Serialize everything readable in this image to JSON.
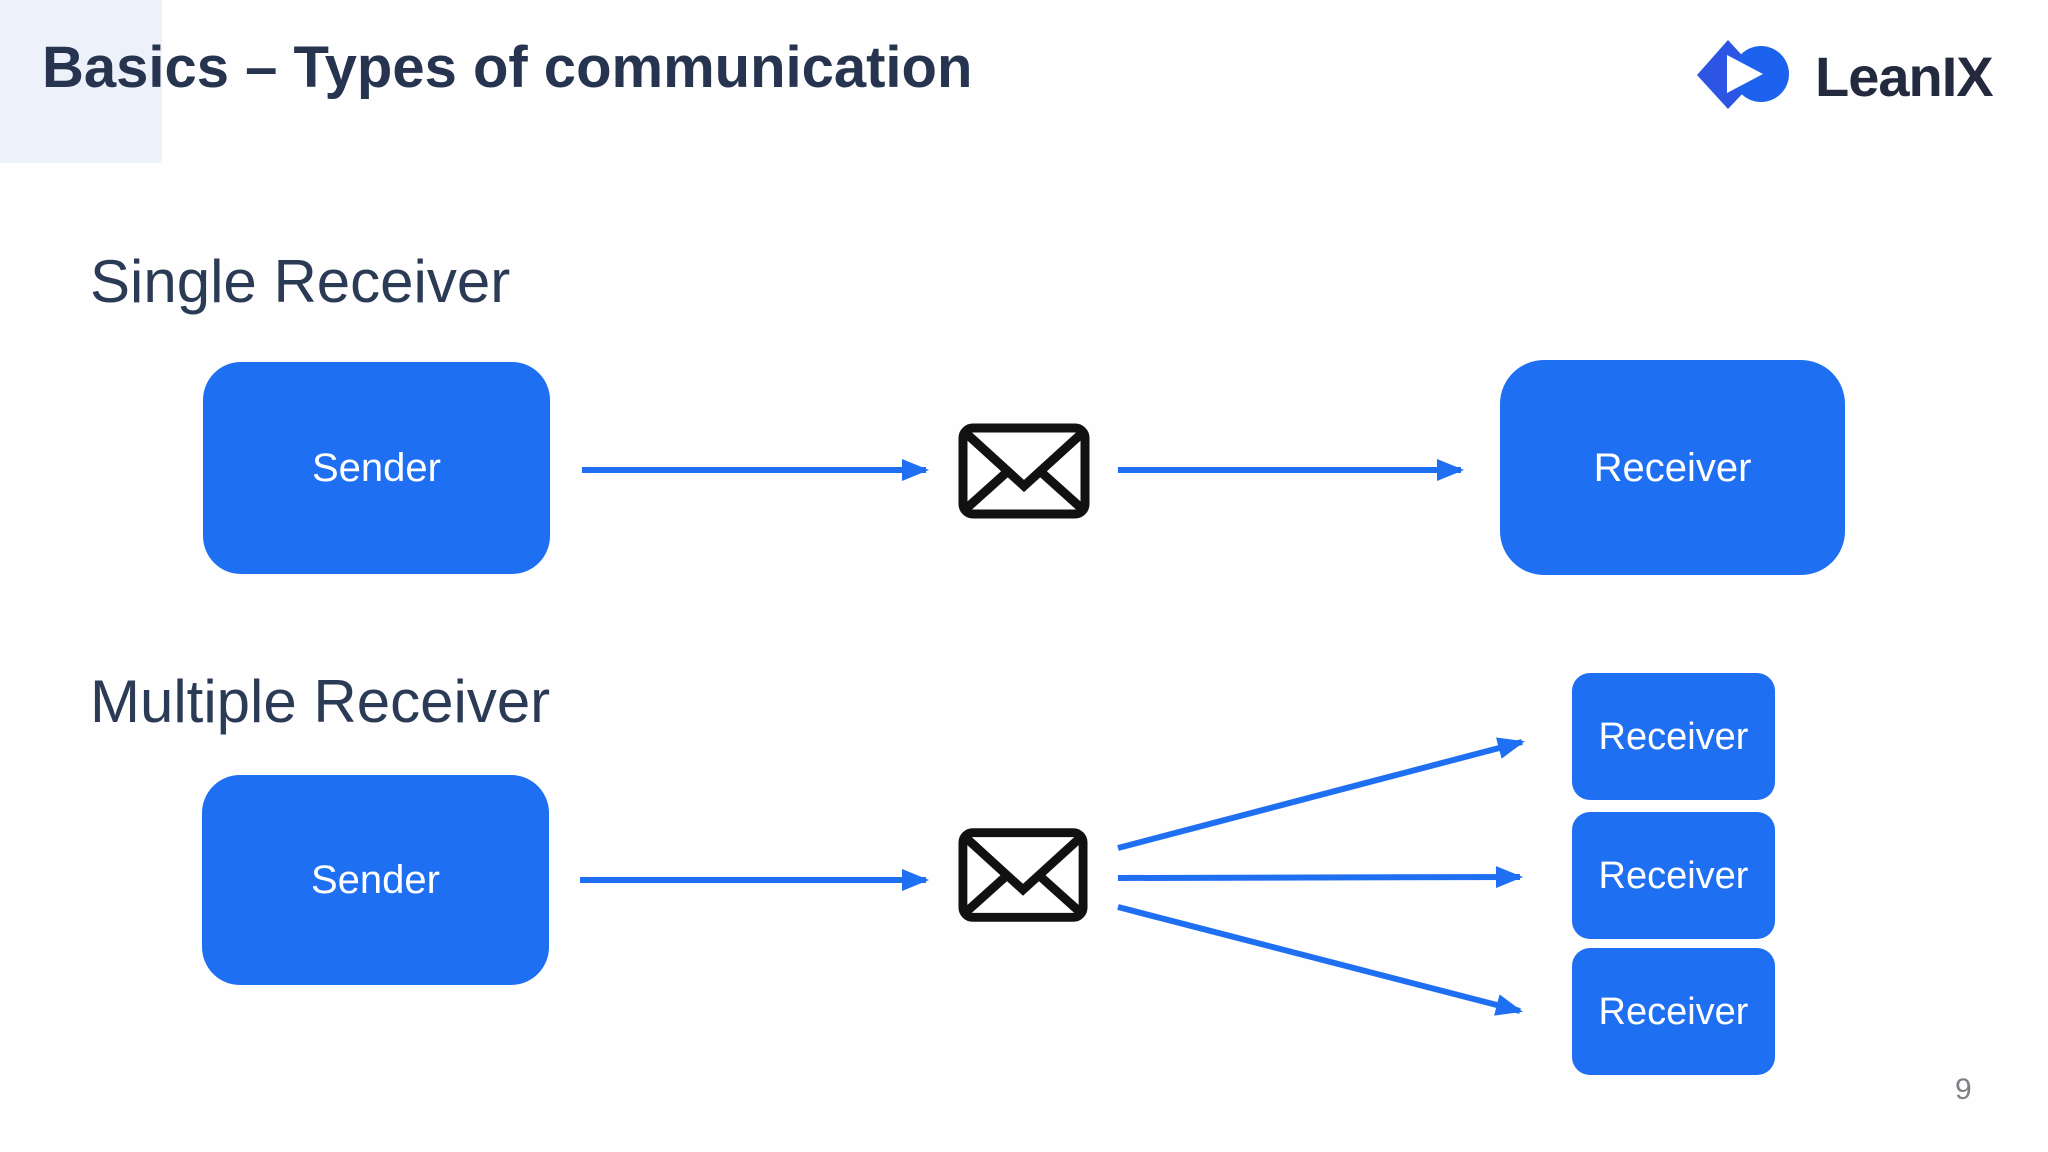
{
  "slide": {
    "title": "Basics – Types of communication",
    "page_number": "9",
    "background_color": "#fdfefd",
    "corner_rect_color": "#edf1fa",
    "title_color": "#273450",
    "heading_color": "#2b3a55",
    "accent_blue": "#1f6ff2",
    "arrow_color": "#1f6ff2",
    "envelope_color": "#111111",
    "page_number_color": "#7f7f87"
  },
  "logo": {
    "text": "LeanIX",
    "text_color": "#232a3e",
    "diamond_color": "#2b55e2",
    "circle_color": "#1d62ee"
  },
  "sections": [
    {
      "heading": "Single Receiver",
      "sender_label": "Sender",
      "receivers": [
        "Receiver"
      ]
    },
    {
      "heading": "Multiple Receiver",
      "sender_label": "Sender",
      "receivers": [
        "Receiver",
        "Receiver",
        "Receiver"
      ]
    }
  ]
}
